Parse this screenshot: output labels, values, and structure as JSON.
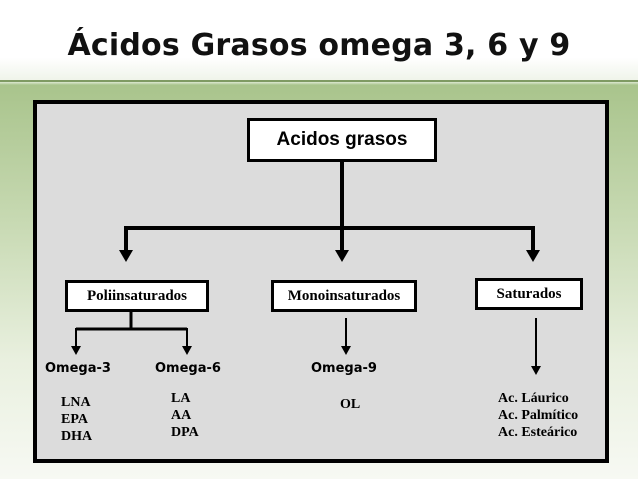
{
  "slide": {
    "title": "Ácidos Grasos omega 3, 6 y 9"
  },
  "diagram": {
    "root": "Acidos grasos",
    "categories": [
      {
        "label": "Poliinsaturados"
      },
      {
        "label": "Monoinsaturados"
      },
      {
        "label": "Saturados"
      }
    ],
    "omega3": {
      "label": "Omega-3",
      "items": [
        "LNA",
        "EPA",
        "DHA"
      ]
    },
    "omega6": {
      "label": "Omega-6",
      "items": [
        "LA",
        "AA",
        "DPA"
      ]
    },
    "omega9": {
      "label": "Omega-9",
      "items": [
        "OL"
      ]
    },
    "saturated_items": [
      "Ac. Láurico",
      "Ac. Palmítico",
      "Ac. Esteárico"
    ]
  }
}
